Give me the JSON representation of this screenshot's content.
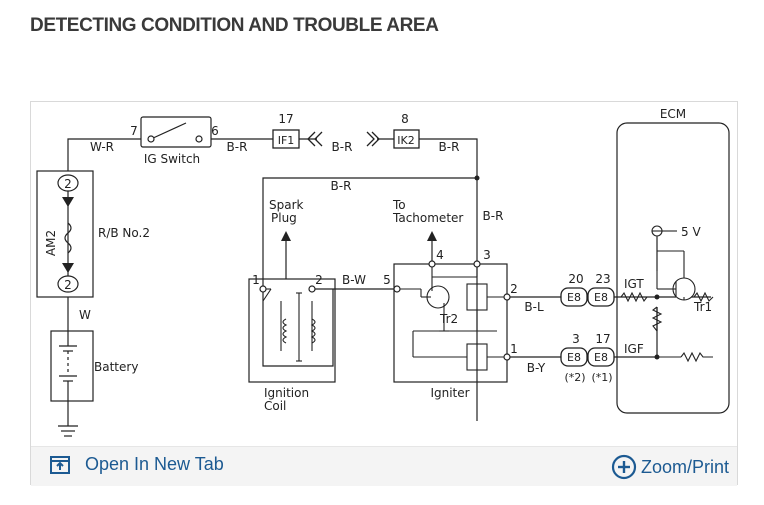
{
  "heading": "DETECTING CONDITION AND TROUBLE AREA",
  "footer": {
    "open_tab_label": "Open In New Tab",
    "zoom_label": "Zoom/Print"
  },
  "diagram": {
    "ecm": "ECM",
    "ig_switch": "IG Switch",
    "ig_pin_in": "7",
    "ig_pin_out": "6",
    "wire_w_r": "W-R",
    "wire_b_r": "B-R",
    "conn_if1": "IF1",
    "conn_if1_pin": "17",
    "conn_ik2": "IK2",
    "conn_ik2_pin": "8",
    "rb": "R/B No.2",
    "am2": "AM2",
    "rb_pin": "2",
    "wire_w": "W",
    "battery": "Battery",
    "spark_plug": "Spark\nPlug",
    "tachometer": "To\nTachometer",
    "ign_coil": "Ignition\nCoil",
    "igniter": "Igniter",
    "coil_pin1": "1",
    "coil_pin2": "2",
    "wire_b_w": "B-W",
    "ign_pin5": "5",
    "ign_pin4": "4",
    "ign_pin3": "3",
    "ign_pin2": "2",
    "ign_pin1": "1",
    "tr2": "Tr2",
    "tr1": "Tr1",
    "wire_b_l": "B-L",
    "wire_b_y": "B-Y",
    "e8": "E8",
    "pin20": "20",
    "pin23": "23",
    "pin3": "3",
    "pin17": "17",
    "note2": "(*2)",
    "note1": "(*1)",
    "igt": "IGT",
    "igf": "IGF",
    "v5": "5 V"
  }
}
